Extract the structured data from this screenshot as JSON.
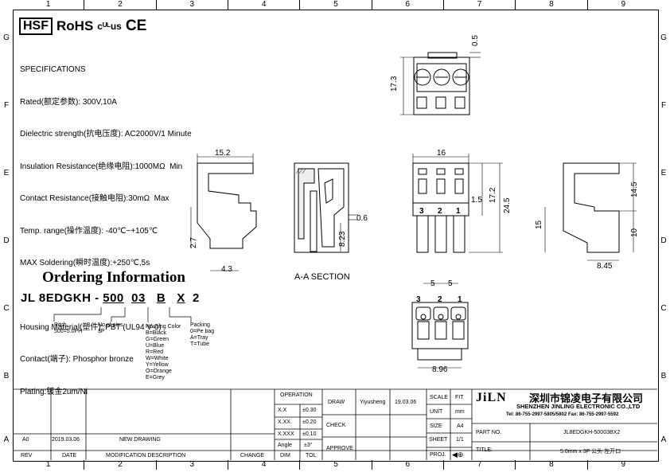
{
  "zones": {
    "columns": [
      "1",
      "2",
      "3",
      "4",
      "5",
      "6",
      "7",
      "8",
      "9"
    ],
    "rows": [
      "G",
      "F",
      "E",
      "D",
      "C",
      "B",
      "A"
    ]
  },
  "certs": {
    "hsf": "HSF",
    "rohs": "RoHS",
    "ul": "cᵁᴸus",
    "ce": "CE"
  },
  "specs": {
    "heading": "SPECIFICATIONS",
    "lines": [
      "Rated(额定参数): 300V,10A",
      "Dielectric strength(抗电压度): AC2000V/1 Minute",
      "Insulation Resistance(绝缘电阻):1000MΩ  Min",
      "Contact Resistance(接触电阻):30mΩ  Max",
      "Temp. range(操作温度): -40℃~+105℃",
      "MAX Soldering(瞬时温度):+250℃,5s",
      "",
      "Housing Material(塑件): PBT (UL94 V-0)",
      "Contact(端子): Phosphor bronze",
      "Plating:镀金2um/Ni"
    ]
  },
  "ordering": {
    "title": "Ordering Information",
    "prefix": "JL 8EDGKH - ",
    "codes": [
      "500",
      "03",
      "B",
      "X",
      "2"
    ],
    "pitch": "Pitch\n500=5.0PH",
    "pins": "No.of pins\n3P",
    "color": "Housing Color\nB=Black\nG=Green\nU=Blue\nR=Red\nW=White\nY=Yellow\nO=Orange\nE=Grey",
    "packing": "Packing\n0=Pe bag\nA=Tray\nT=Tube"
  },
  "dimensions": {
    "top_gap": "0.5",
    "top_height": "17.3",
    "side_width": "15.2",
    "side_bottom": "2.7",
    "side_foot": "4.3",
    "section_gap": "0.6",
    "section_height": "8.23",
    "section_label": "A-A  SECTION",
    "front_width": "16",
    "front_1_5": "1.5",
    "front_17_2": "17.2",
    "front_24_5": "24.5",
    "pin_labels": [
      "3",
      "2",
      "1"
    ],
    "right_14_5": "14.5",
    "right_15": "15",
    "right_10": "10",
    "right_8_45": "8.45",
    "bottom_pitch1": "5",
    "bottom_pitch2": "5",
    "bottom_width": "8.96"
  },
  "title_block": {
    "operation": "OPERATION",
    "tol_rows": [
      [
        "X.X",
        "±0.30"
      ],
      [
        "X.XX",
        "±0.20"
      ],
      [
        "X.XXX",
        "±0.10"
      ],
      [
        "Angle",
        "±3°"
      ]
    ],
    "dim": "DIM",
    "tol": "TOL",
    "draw": "DRAW",
    "drawer": "Yiyusheng",
    "draw_date": "19.03.06",
    "check": "CHECK",
    "approve": "APPROVE",
    "scale": "SCALE",
    "scale_val": "FIT",
    "unit": "UNIT",
    "unit_val": "mm",
    "size": "SIZE",
    "size_val": "A4",
    "sheet": "SHEET",
    "sheet_val": "1/1",
    "proj": "PROJ.",
    "company_logo": "JiLN",
    "company_cn": "深圳市锦凌电子有限公司",
    "company_en": "SHENZHEN JINLING ELECTRONIC CO.,LTD",
    "company_tel": "Tel: 86-755-2997-5805/5802   Fax: 86-755-2997-5592",
    "part_no_label": "PART NO.",
    "part_no": "JL8EDGKH-50003BX2",
    "title_label": "TITLE:",
    "title": "5.0mm x 3P 公头 左开口",
    "rev_row": [
      "A0",
      "2019.03.06",
      "NEW DRAWING"
    ],
    "headers": [
      "REV",
      "DATE",
      "MODIFICATION DESCRIPTION",
      "CHANGE"
    ]
  }
}
